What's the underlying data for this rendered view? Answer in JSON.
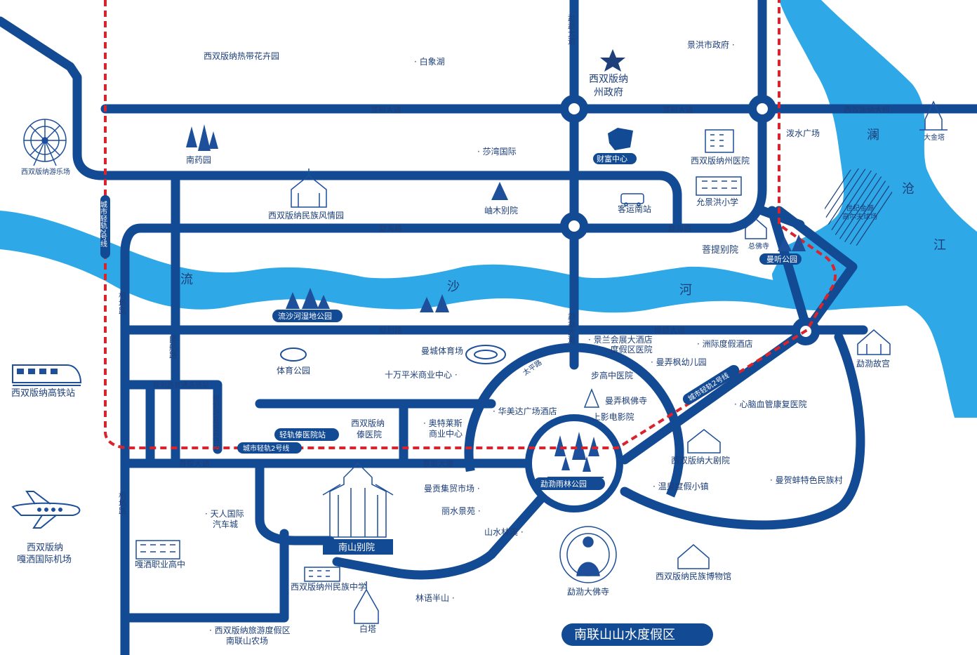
{
  "colors": {
    "road": "#134a94",
    "river": "#2ea8e6",
    "rail": "#d9232d",
    "label": "#1d3f7a",
    "background": "#ffffff"
  },
  "rivers": {
    "liusha": [
      "流",
      "沙",
      "河"
    ],
    "lancang": [
      "澜",
      "沧",
      "江"
    ]
  },
  "roads": {
    "xuanwei": "宣慰大道",
    "xuanwei_east": "宣慰大道",
    "bridge": "西双版纳大桥",
    "menghai_w": "勐海路",
    "menghai_e": "勐海路",
    "guihua": "规划路",
    "ganlan": "橄榄大道",
    "puti_w": "菩提大道",
    "puti_e": "菩提大道",
    "menghai_ave_n": "勐勐大道",
    "menghai_ave_s": "勐勐大道",
    "airport_n": "机场路",
    "airport_s": "机场路",
    "minhang": "民航路",
    "rail_line2_a": "城市轻轨2号线",
    "rail_line2_b": "城市轻轨2号线",
    "rail_line2_c": "城市轻轨2号线",
    "gaotie_h": "规划路直通高铁站",
    "gaotie_v": "规划路直通高铁站",
    "small_road": "太平路"
  },
  "places": {
    "tropical_garden": "西双版纳热带花卉园",
    "baixiang_lake": "· 白象湖",
    "prefecture_gov_1": "西双版纳",
    "prefecture_gov_2": "州政府",
    "city_gov": "景洪市政府 ·",
    "amusement": "西双版纳游乐场",
    "nanyao": "南药园",
    "shawan": "· 莎湾国际",
    "caifu": "财富中心",
    "hospital_pref": "西双版纳州医院",
    "poshui": "泼水广场",
    "dajinta": "大金塔",
    "golf_1": "世纪金源",
    "golf_2": "高尔夫球场",
    "minzu_fengqing": "西双版纳民族风情园",
    "xiumu": "岫木别院",
    "keyun": "客运南站",
    "yunjing_school": "允景洪小学",
    "puti_bieyuan": "菩提别院",
    "zongfosi": "总佛寺",
    "manting": "曼听公园",
    "wetland": "流沙河湿地公园",
    "jinglan": "· 景兰会展大酒店",
    "dujia_hospital": "· 度假区医院",
    "zhouji_hotel": "· 洲际度假酒店",
    "manlong_kinder": "· 曼弄枫幼儿园",
    "mancheng_stadium": "曼城体育场",
    "sports_park": "体育公园",
    "commercial_100k": "十万平米商业中心 ·",
    "bugao_hospital": "步高中医院",
    "manlong_temple": "曼弄枫佛寺",
    "shangying": "· 上影电影院",
    "huameida": "· 华美达广场酒店",
    "mengle_palace": "勐泐故宫",
    "heart_hospital": "· 心脑血管康复医院",
    "high_speed_rail": "西双版纳高铁站",
    "light_rail_station": "轻轨傣医院站",
    "dai_hospital_1": "西双版纳",
    "dai_hospital_2": "傣医院",
    "outlets_1": "· 奥特莱斯",
    "outlets_2": "商业中心",
    "rainforest_park": "勐泐雨林公园",
    "grand_theater": "西双版纳大剧院",
    "wenquan": "· 温泉度假小镇",
    "manhe": "· 曼贺蚌特色民族村",
    "airport_1": "西双版纳",
    "airport_2": "嘎洒国际机场",
    "tianren_1": "· 天人国际",
    "tianren_2": "汽车城",
    "mangong": "曼贡集贸市场 ·",
    "lishui": "丽水景苑 ·",
    "shanshui": "山水林溪 ·",
    "nanshan": "南山别院",
    "vocational": "嘎洒职业高中",
    "ethnic_middle": "西双版纳州民族中学",
    "linyu": "林语半山 ·",
    "big_buddha": "勐泐大佛寺",
    "museum": "西双版纳民族博物馆",
    "baita": "白塔",
    "tourism_1": "· 西双版纳旅游度假区",
    "tourism_2": "南联山农场",
    "nanlian": "南联山山水度假区"
  },
  "icons": {
    "star": "star-icon",
    "ferris": "ferris-wheel-icon",
    "train": "train-icon",
    "plane": "airplane-icon",
    "pagoda": "pagoda-icon",
    "tree": "tree-icon",
    "building": "building-icon",
    "stadium": "stadium-icon",
    "buddha": "buddha-icon",
    "bus": "bus-icon"
  }
}
